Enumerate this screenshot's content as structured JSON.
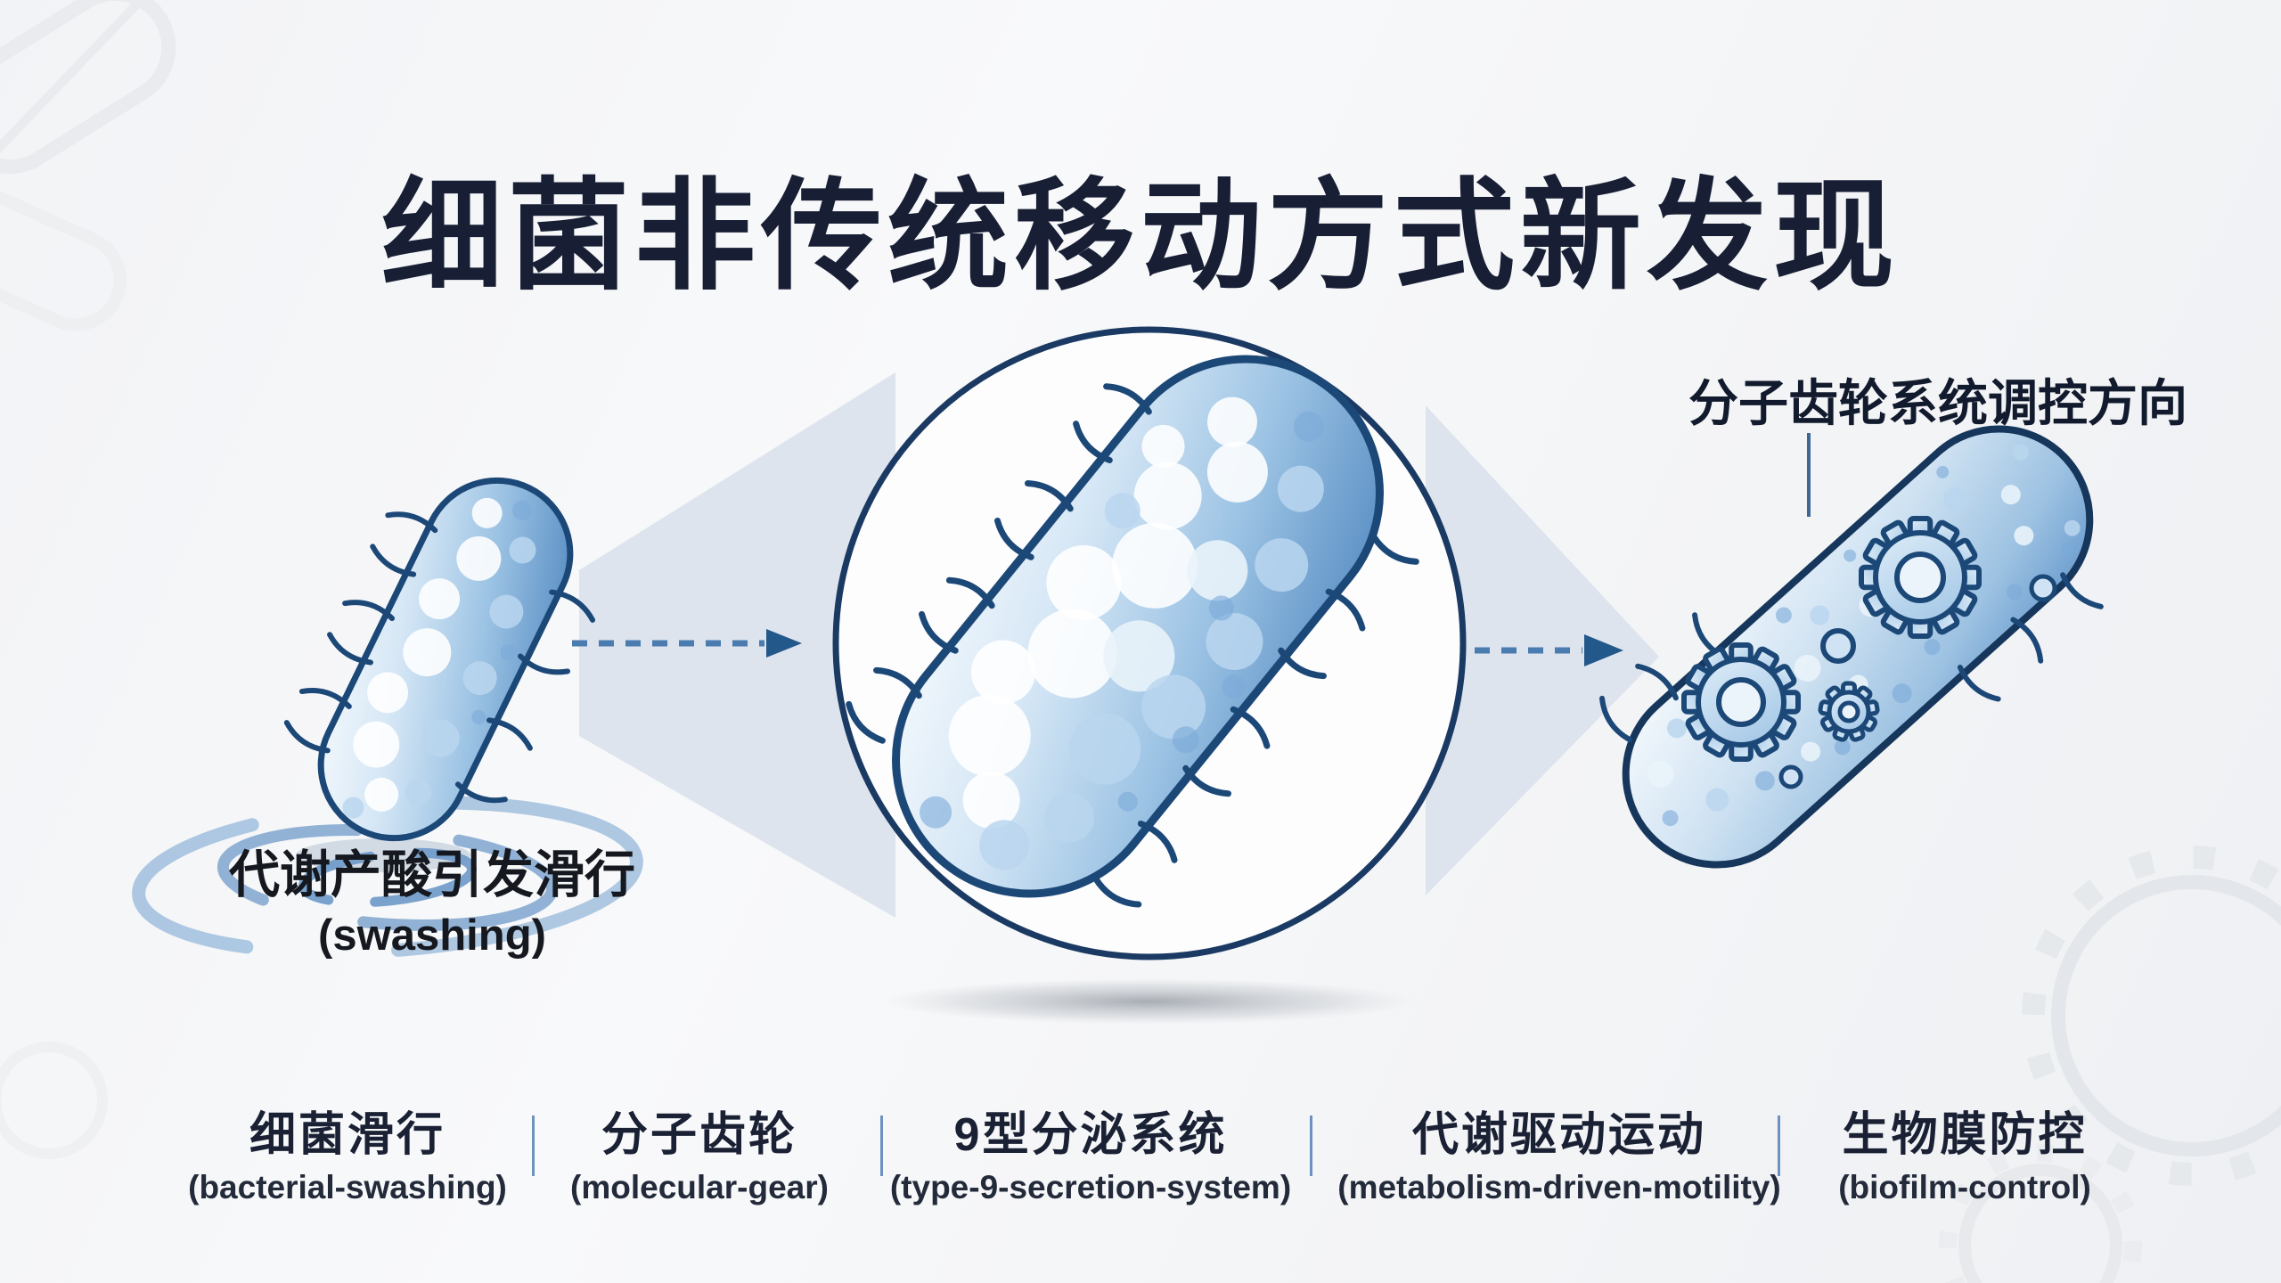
{
  "title": "细菌非传统移动方式新发现",
  "left_scene": {
    "caption_zh": "代谢产酸引发滑行",
    "caption_en": "(swashing)"
  },
  "right_scene": {
    "caption": "分子齿轮系统调控方向"
  },
  "keywords": [
    {
      "zh": "细菌滑行",
      "en": "(bacterial-swashing)"
    },
    {
      "zh": "分子齿轮",
      "en": "(molecular-gear)"
    },
    {
      "zh": "9型分泌系统",
      "en": "(type-9-secretion-system)"
    },
    {
      "zh": "代谢驱动运动",
      "en": "(metabolism-driven-motility)"
    },
    {
      "zh": "生物膜防控",
      "en": "(biofilm-control)"
    }
  ],
  "icons": {
    "left": "bacterium-on-ripples-icon",
    "center": "magnified-bacterium-lens-icon",
    "right": "bacterium-with-gears-icon",
    "flow": "dashed-arrow-icons"
  },
  "colors": {
    "background": "#f4f5f7",
    "title_text": "#181f35",
    "bacterium_outline": "#1c4878",
    "bacterium_fill_light": "#d4e6f5",
    "bacterium_fill_deep": "#5e92c6",
    "lens_ring": "#1b3a63",
    "arrow_dash": "#4b7cb0",
    "arrow_head": "#23588b",
    "divider": "#6e92c0",
    "ripple": "#7fa6cf",
    "beam": "#dde4ee"
  }
}
